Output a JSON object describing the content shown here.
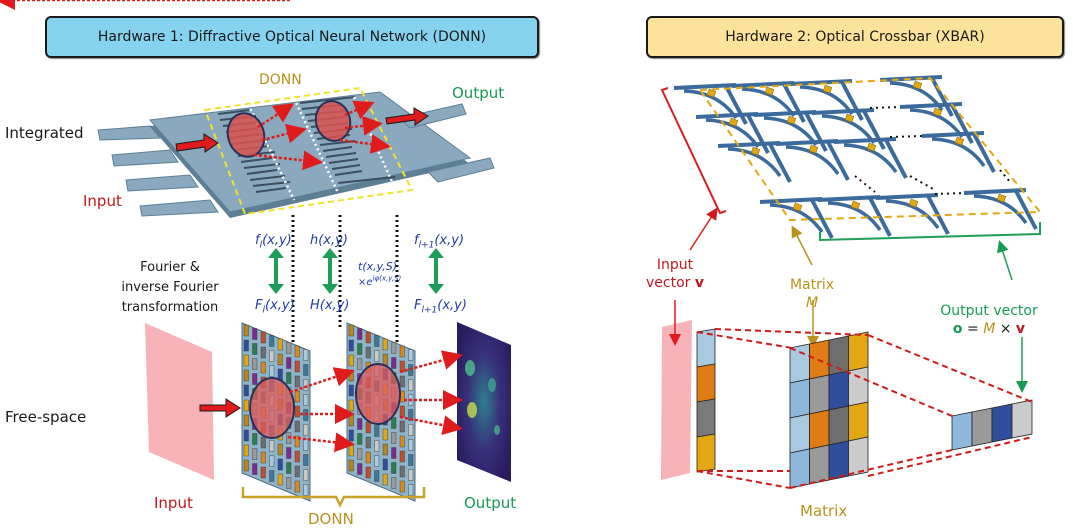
{
  "hardware1": {
    "title": "Hardware 1: Diffractive Optical Neural Network (DONN)",
    "row_integrated": "Integrated",
    "row_freespace": "Free-space",
    "integrated_donn_label": "DONN",
    "integrated_input": "Input",
    "integrated_output": "Output",
    "transform_label": [
      "Fourier &",
      "inverse Fourier",
      "transformation"
    ],
    "equations": {
      "f_l": "f_l(x,y)",
      "h": "h(x,y)",
      "t_line1": "t(x,y,S)",
      "t_line2": "×e^{iφ(x,y,S)}",
      "f_l1": "f_{l+1}(x,y)",
      "F_l": "F_l(x,y)",
      "H": "H(x,y)",
      "F_l1": "F_{l+1}(x,y)"
    },
    "freespace_input": "Input",
    "freespace_donn": "DONN",
    "freespace_output": "Output"
  },
  "hardware2": {
    "title": "Hardware 2: Optical Crossbar (XBAR)",
    "input_vector_line1": "Input",
    "input_vector_line2": "vector ",
    "input_vector_symbol": "v",
    "matrix_top_line1": "Matrix",
    "matrix_top_line2": "M",
    "output_vector_line1": "Output vector",
    "output_eq_o": "o",
    "output_eq_eq": " = ",
    "output_eq_M": "M",
    "output_eq_x": " × ",
    "output_eq_v": "v",
    "matrix_bottom": "Matrix",
    "input_column_colors": [
      "#a9c9e0",
      "#e07c14",
      "#7a7a7a",
      "#e3a712"
    ],
    "matrix_colors": [
      [
        "#a9c9e0",
        "#e07c14",
        "#6e6e6e",
        "#e3a712"
      ],
      [
        "#8db8dc",
        "#9a9a9a",
        "#2f4f9e",
        "#cccccc"
      ],
      [
        "#a9c9e0",
        "#e07c14",
        "#6e6e6e",
        "#e3a712"
      ],
      [
        "#8db8dc",
        "#9a9a9a",
        "#2f4f9e",
        "#cccccc"
      ]
    ],
    "output_row_colors": [
      "#8db8dc",
      "#9a9a9a",
      "#2f4f9e",
      "#cccccc"
    ]
  },
  "colors": {
    "header1_bg": "#86d3f0",
    "header2_bg": "#fbe39b",
    "chip_blue": "#7f9fb5",
    "waveguide_blue": "#3b6a9c",
    "accent_red": "#c0161c",
    "accent_green": "#179a52",
    "accent_gold": "#b8921a",
    "phase_coupler": "#e3a712"
  }
}
